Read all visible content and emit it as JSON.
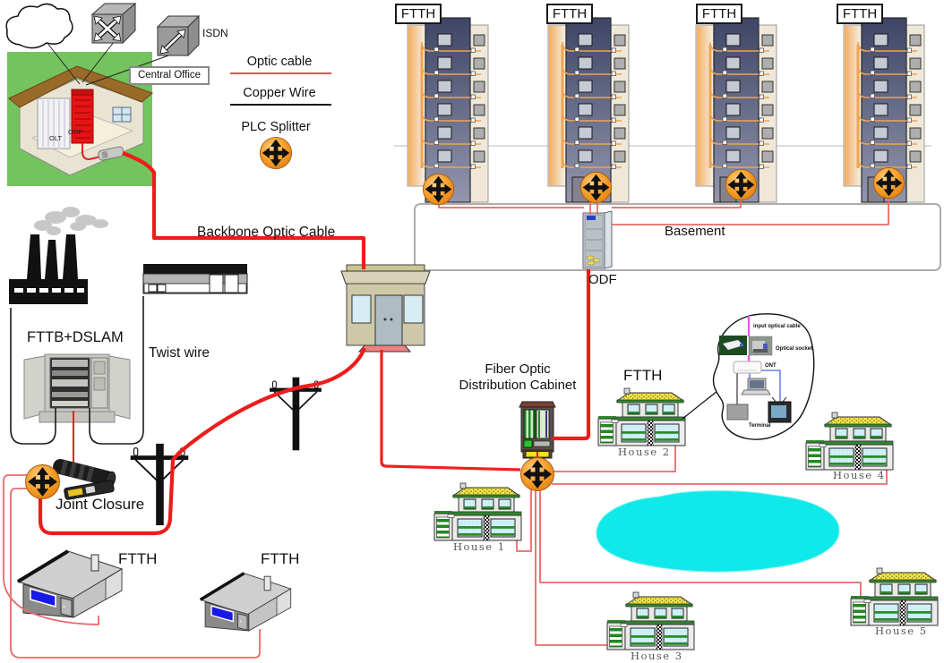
{
  "legend": {
    "optic_cable": "Optic cable",
    "copper_wire": "Copper Wire",
    "plc_splitter": "PLC Splitter"
  },
  "central_office": {
    "label": "Central Office",
    "isdn": "ISDN",
    "olt": "OLT",
    "odf": "ODF"
  },
  "network": {
    "backbone": "Backbone Optic Cable",
    "fttb": "FTTB+DSLAM",
    "twist_wire": "Twist wire",
    "joint_closure": "Joint Closure",
    "basement": "Basement",
    "odf": "ODF",
    "fodc_line1": "Fiber Optic",
    "fodc_line2": "Distribution Cabinet"
  },
  "towers": [
    {
      "label": "FTTH"
    },
    {
      "label": "FTTH"
    },
    {
      "label": "FTTH"
    },
    {
      "label": "FTTH"
    }
  ],
  "ftth": {
    "house2": "FTTH",
    "gray_house_1": "FTTH",
    "gray_house_2": "FTTH"
  },
  "houses": [
    {
      "name": "House 1"
    },
    {
      "name": "House 2"
    },
    {
      "name": "House 3"
    },
    {
      "name": "House 4"
    },
    {
      "name": "House 5"
    }
  ],
  "bubble": {
    "input_cable": "input optical cable",
    "optical_socket": "Optical socket",
    "ont": "ONT",
    "terminal": "Terminal"
  },
  "colors": {
    "optic_cable": "#ee1c1c",
    "distribution_cable": "#e86a6a",
    "copper_wire": "#1a1a1a",
    "splitter_orange": "#f59a23",
    "pond_cyan": "#0fe9e9",
    "campus_green": "#74c35f",
    "riser_orange": "#f2a250"
  }
}
